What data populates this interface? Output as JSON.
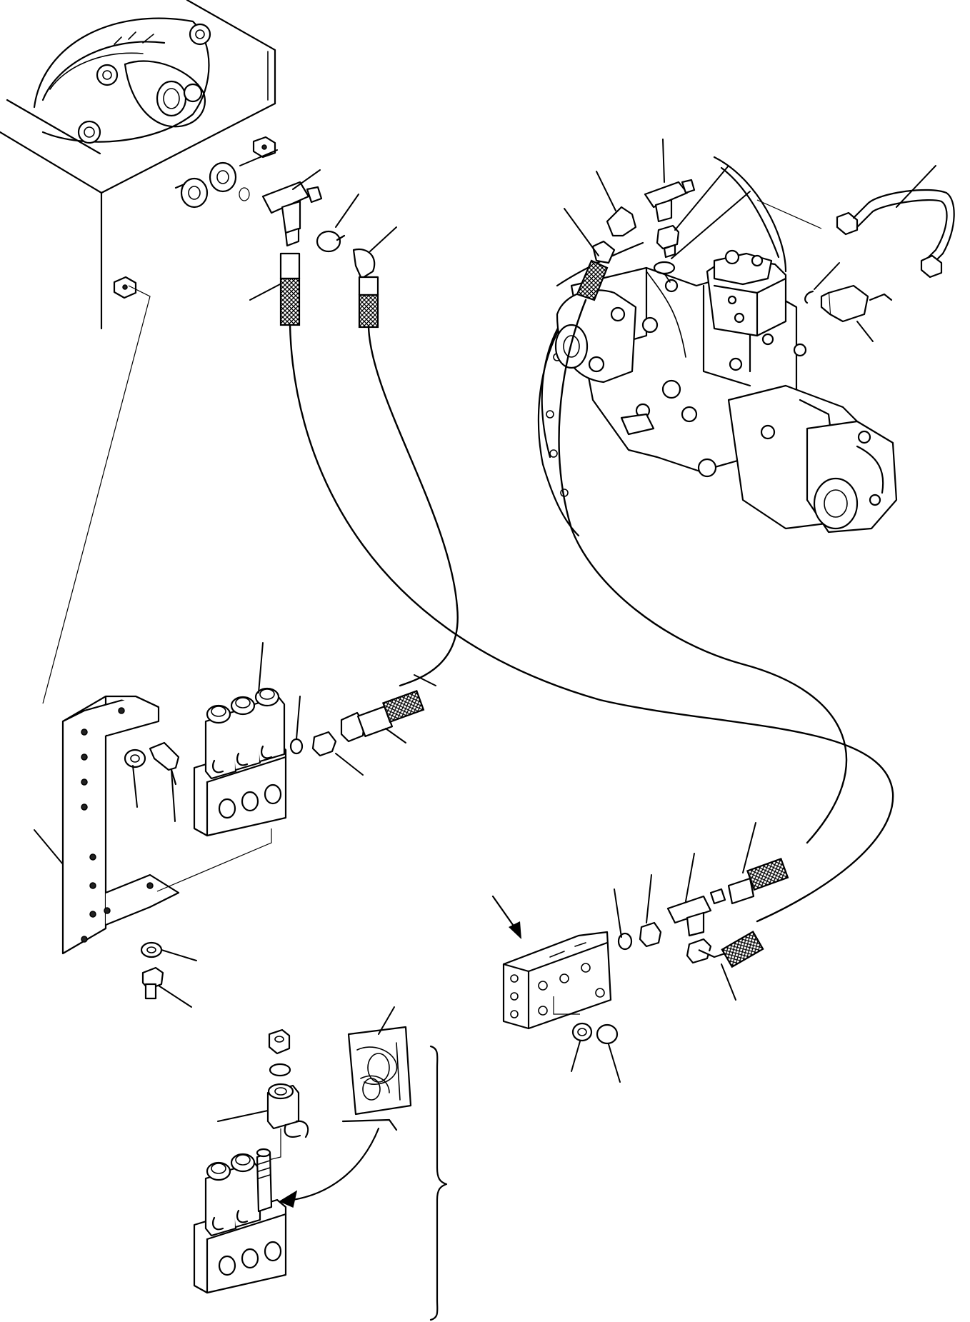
{
  "diagram": {
    "assemblies": [
      {
        "id": "hydraulic-tank",
        "icon": "tank-drawing"
      },
      {
        "id": "hydraulic-pump",
        "icon": "pump-drawing"
      },
      {
        "id": "solenoid-valve-left",
        "icon": "solenoid-valve-drawing"
      },
      {
        "id": "mounting-bracket",
        "icon": "bracket-drawing"
      },
      {
        "id": "manifold-block",
        "icon": "manifold-drawing"
      },
      {
        "id": "repair-kit-bag",
        "icon": "kit-bag-drawing"
      },
      {
        "id": "solenoid-valve-exploded",
        "icon": "solenoid-valve-drawing"
      }
    ],
    "callout_count": 32
  }
}
